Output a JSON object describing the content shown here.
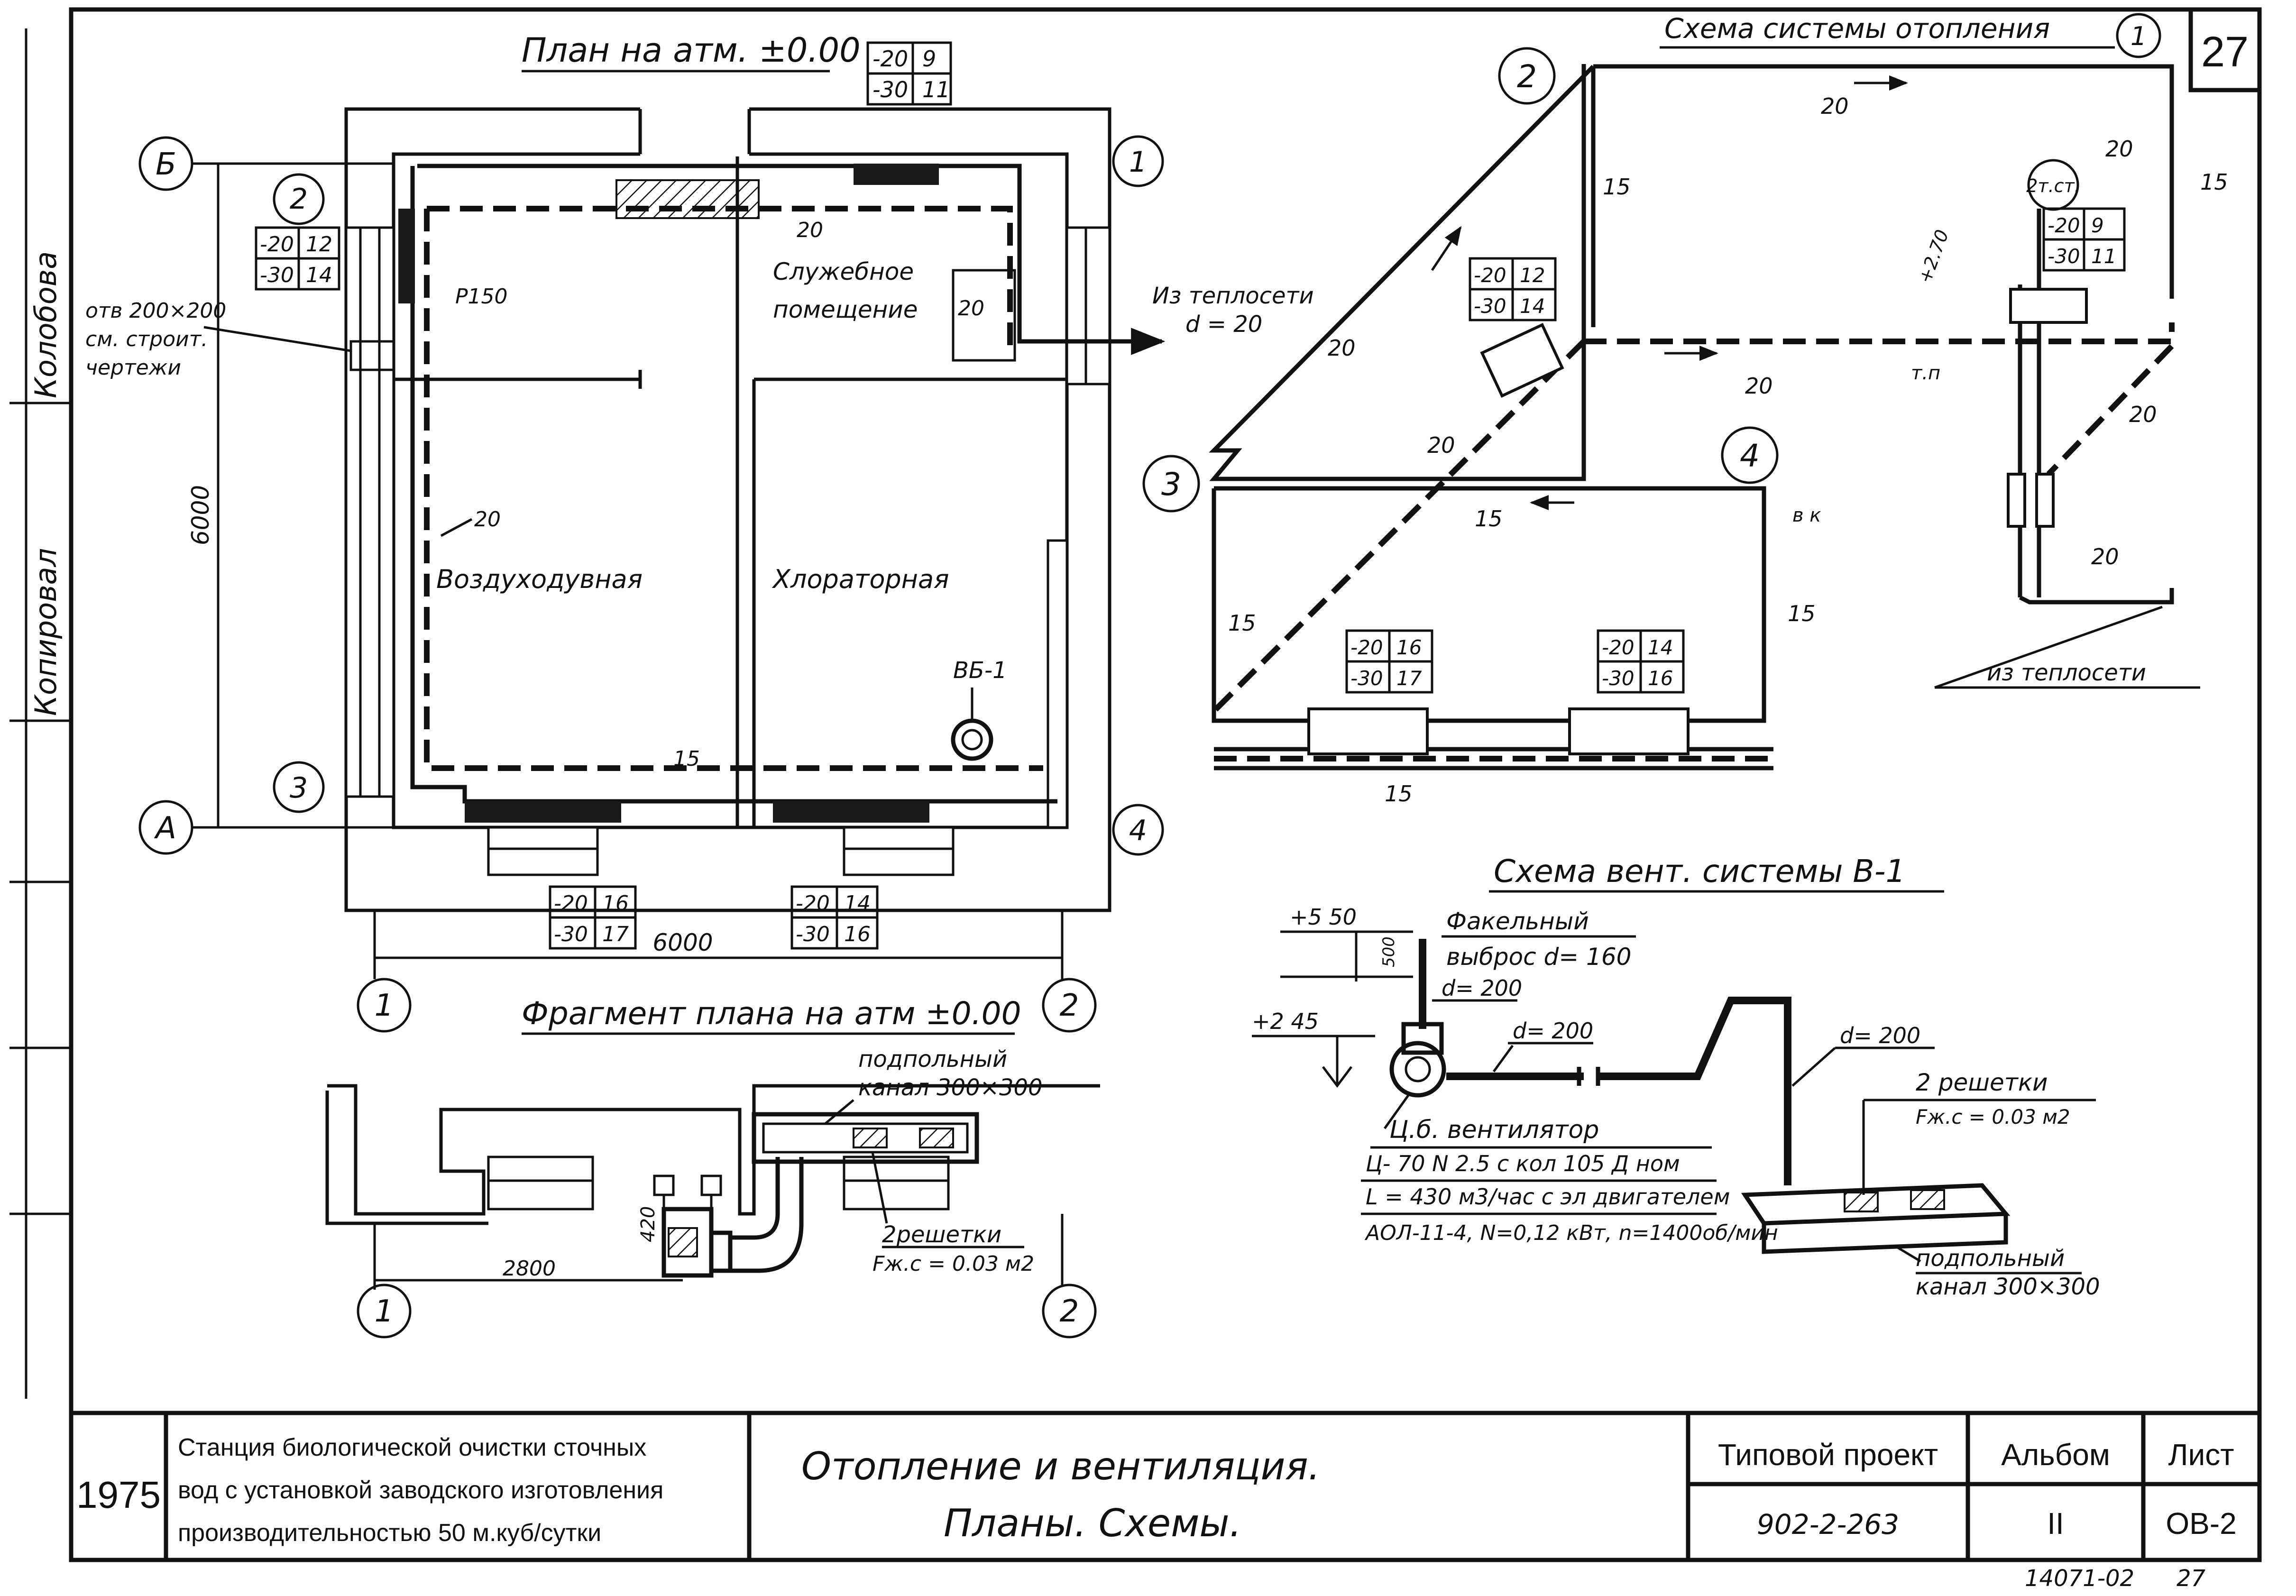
{
  "sheet_number": "27",
  "plan": {
    "title": "План на атм. ±0.00",
    "temp_table_top": [
      [
        "-20",
        "9"
      ],
      [
        "-30",
        "11"
      ]
    ],
    "temp_table_left": [
      [
        "-20",
        "12"
      ],
      [
        "-30",
        "14"
      ]
    ],
    "temp_table_bottom_left": [
      [
        "-20",
        "16"
      ],
      [
        "-30",
        "17"
      ]
    ],
    "temp_table_bottom_right": [
      [
        "-20",
        "14"
      ],
      [
        "-30",
        "16"
      ]
    ],
    "room_service": "Служебное помещение",
    "room_air": "Воздуходувная",
    "room_chlor": "Хлораторная",
    "opening_note": "отв 200×200 см. строит. чертежи",
    "riser_label": "Р150",
    "from_heating_net": "Из теплосети d = 20",
    "pipe_20": "20",
    "pipe_15": "15",
    "vent_label": "ВБ-1",
    "axis_b": "Б",
    "axis_a": "А",
    "axis_1": "1",
    "axis_2": "2",
    "riser_1": "1",
    "riser_2": "2",
    "riser_3": "3",
    "riser_4": "4",
    "dim_6000_v": "6000",
    "dim_6000_h": "6000"
  },
  "fragment": {
    "title": "Фрагмент плана на атм ±0.00",
    "channel_note": "подпольный канал 300×300",
    "grille_note": "2 решетки Fж.с = 0.03 м2",
    "dim_2800": "2800",
    "dim_420": "420",
    "axis_1": "1",
    "axis_2": "2"
  },
  "heating_scheme": {
    "title": "Схема системы отопления",
    "title_num": "1",
    "node_2": "2",
    "node_3": "3",
    "node_4": "4",
    "node_2st": "2т.ст.",
    "table_mid": [
      [
        "-20",
        "12"
      ],
      [
        "-30",
        "14"
      ]
    ],
    "table_right": [
      [
        "-20",
        "9"
      ],
      [
        "-30",
        "11"
      ]
    ],
    "table_bl": [
      [
        "-20",
        "16"
      ],
      [
        "-30",
        "17"
      ]
    ],
    "table_br": [
      [
        "-20",
        "14"
      ],
      [
        "-30",
        "16"
      ]
    ],
    "elev_270": "+2.70",
    "label_tp": "т.п",
    "label_vk": "в к",
    "from_net": "из теплосети",
    "d20": "20",
    "d15": "15"
  },
  "vent_scheme": {
    "title": "Схема вент. системы В-1",
    "elev_550": "+5 50",
    "elev_245": "+2 45",
    "dim_500": "500",
    "torch": "Факельный выброс d= 160",
    "d200a": "d= 200",
    "d200b": "d= 200",
    "d200c": "d= 200",
    "fan_title": "Ц.б. вентилятор",
    "fan_line1": "Ц- 70 N 2.5 с кол 105 Д ном",
    "fan_line2": "L = 430 м3/час с эл двигателем",
    "fan_line3": "АОЛ-11-4, N=0,12 кВт, n=1400об/мин",
    "grille_title": "2 решетки",
    "grille_area": "Fж.с = 0.03 м2",
    "channel_note": "подпольный канал 300×300"
  },
  "side_stamp": {
    "copied": "Копировал",
    "text": "Колобова"
  },
  "title_block": {
    "year": "1975",
    "description_line1": "Станция биологической очистки сточных",
    "description_line2": "вод с установкой заводского изготовления",
    "description_line3": "производительностью 50 м.куб/сутки",
    "sheet_title_line1": "Отопление и вентиляция.",
    "sheet_title_line2": "Планы. Схемы.",
    "project_label": "Типовой проект",
    "project_number": "902-2-263",
    "album_label": "Альбом",
    "album_number": "II",
    "sheet_label": "Лист",
    "sheet_code": "ОВ-2"
  },
  "footer": {
    "archive": "14071-02",
    "page": "27"
  }
}
